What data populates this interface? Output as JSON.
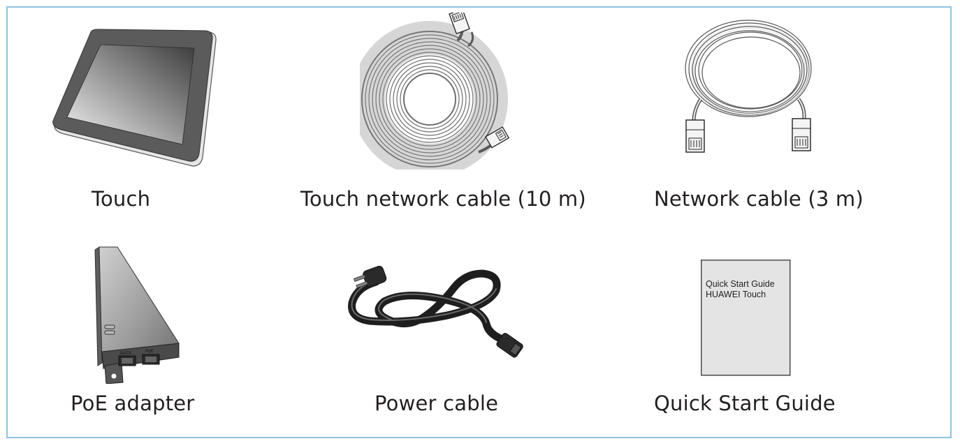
{
  "items": [
    {
      "label": "Touch",
      "icon": "touch-tablet-icon"
    },
    {
      "label": "Touch network cable (10 m)",
      "icon": "coiled-network-cable-icon"
    },
    {
      "label": "Network cable (3 m)",
      "icon": "network-cable-icon"
    },
    {
      "label": "PoE adapter",
      "icon": "poe-adapter-icon"
    },
    {
      "label": "Power cable",
      "icon": "power-cable-icon"
    },
    {
      "label": "Quick Start Guide",
      "icon": "quick-start-guide-icon"
    }
  ],
  "guide_cover": {
    "line1": "Quick Start Guide",
    "line2": "HUAWEI Touch"
  },
  "poe_ports": {
    "left": "DATA",
    "right": "PoE"
  },
  "colors": {
    "frame": "#8ec3df",
    "text": "#231f20"
  }
}
